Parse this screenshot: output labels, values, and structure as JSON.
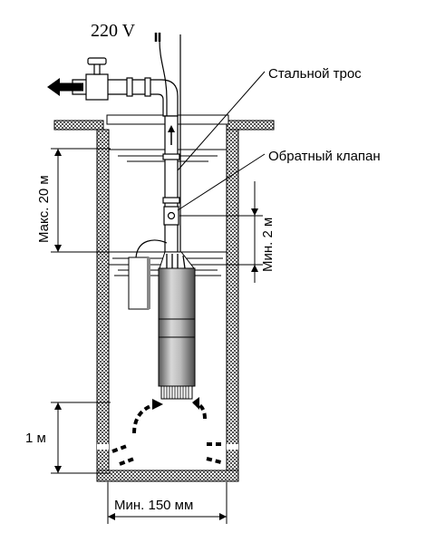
{
  "diagram": {
    "voltage_label": "220 V",
    "callouts": {
      "steel_cable": "Стальной трос",
      "check_valve": "Обратный клапан"
    },
    "dimensions": {
      "max_depth": "Макс. 20 м",
      "min_submersion": "Мин. 2 м",
      "bottom_clearance": "1 м",
      "min_diameter": "Мин. 150 мм"
    },
    "colors": {
      "line": "#000000",
      "wall_hatch": "#555555",
      "pump_body": "#9a9a9a",
      "water_line": "#000000"
    }
  }
}
